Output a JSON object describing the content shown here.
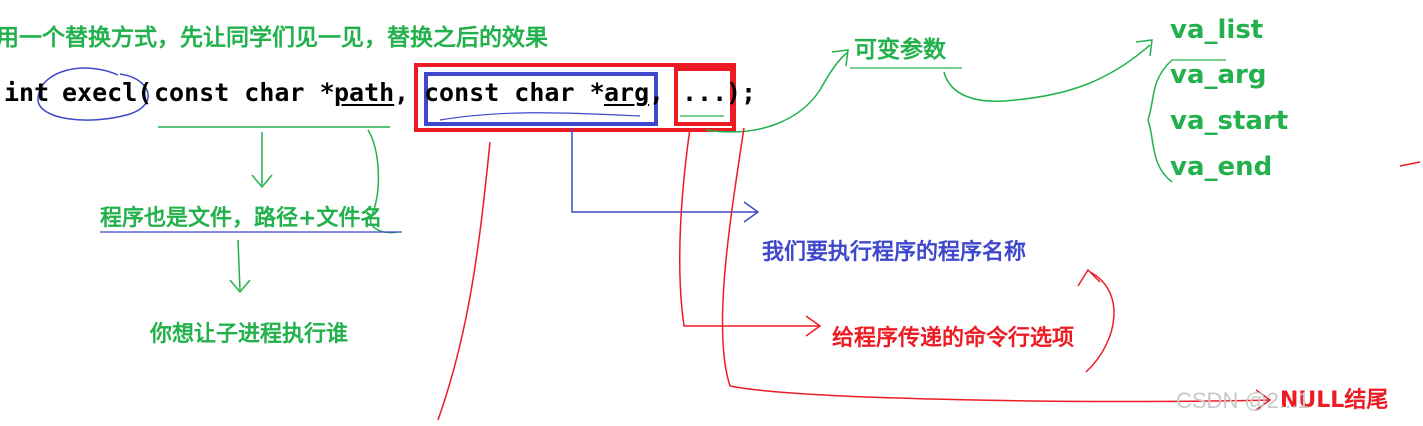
{
  "header_note": "用一个替换方式，先让同学们见一见，替换之后的效果",
  "code": {
    "ret": "int",
    "fn": "execl(",
    "p1_type": "const char *",
    "p1_name": "path",
    "comma1": ",",
    "p2_type": "const char *",
    "p2_name": "arg",
    "comma2": ",",
    "ellipsis": "...",
    "close": ");"
  },
  "labels": {
    "variadic": "可变参数",
    "path_note": "程序也是文件，路径+文件名",
    "child_note": "你想让子进程执行谁",
    "arg_note": "我们要执行程序的程序名称",
    "options_note": "给程序传递的命令行选项",
    "null_note": "NULL结尾"
  },
  "va_macros": [
    "va_list",
    "va_arg",
    "va_start",
    "va_end"
  ],
  "watermark": "CSDN @2...1",
  "colors": {
    "green": "#22b14c",
    "blue": "#3f48cc",
    "red": "#ed1c24"
  }
}
